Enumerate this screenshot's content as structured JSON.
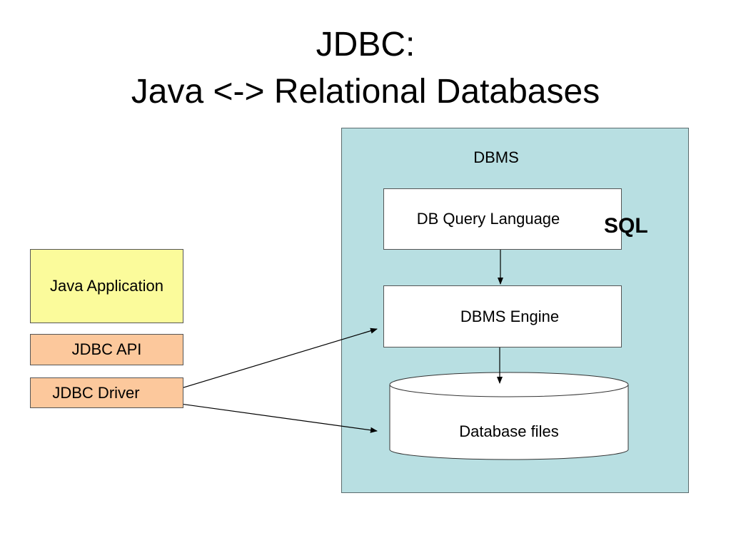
{
  "title": {
    "line1": "JDBC:",
    "line2": "Java <-> Relational Databases"
  },
  "diagram": {
    "dbms": {
      "label": "DBMS",
      "color": "#b8dfe2"
    },
    "query_language": {
      "label": "DB Query Language",
      "annotation": "SQL"
    },
    "engine": {
      "label": "DBMS Engine"
    },
    "database_files": {
      "label": "Database files"
    },
    "java_application": {
      "label": "Java Application",
      "color": "#fbfb9b"
    },
    "jdbc_api": {
      "label": "JDBC API",
      "color": "#fcc89c"
    },
    "jdbc_driver": {
      "label": "JDBC Driver",
      "color": "#fcc89c"
    },
    "connections": [
      {
        "from": "DB Query Language",
        "to": "DBMS Engine"
      },
      {
        "from": "DBMS Engine",
        "to": "Database files"
      },
      {
        "from": "JDBC Driver",
        "to": "DBMS Engine"
      },
      {
        "from": "JDBC Driver",
        "to": "Database files"
      }
    ]
  }
}
